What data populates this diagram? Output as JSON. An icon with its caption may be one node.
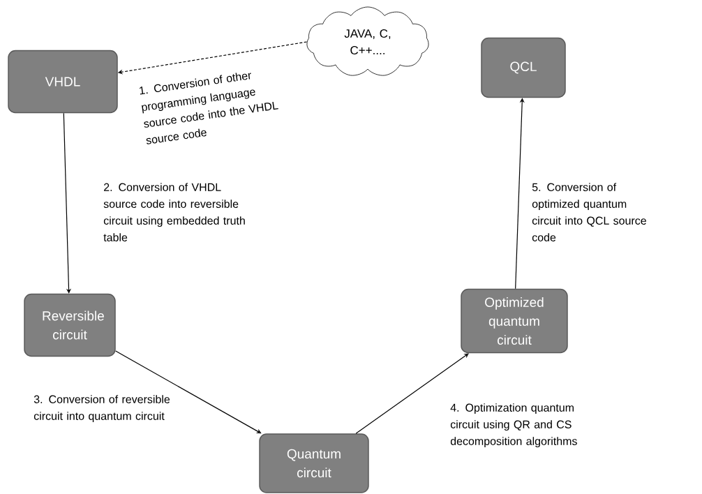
{
  "diagram": {
    "nodes": [
      {
        "text": [
          "VHDL"
        ]
      },
      {
        "text": [
          "JAVA, C, C++...."
        ]
      },
      {
        "text": [
          "QCL"
        ]
      },
      {
        "text": [
          "Reversible circuit"
        ]
      },
      {
        "text": [
          "Optimized quantum circuit"
        ]
      },
      {
        "text": [
          "Quantum circuit"
        ]
      }
    ],
    "edges": [
      {
        "from": 1,
        "to": 0,
        "arrow": "to",
        "style": "dashed",
        "label": "1. Conversion of other programming language source code into the VHDL source code"
      },
      {
        "from": 0,
        "to": 3,
        "arrow": "to",
        "label": "2. Conversion of VHDL source code into reversible circuit using embedded truth table"
      },
      {
        "from": 3,
        "to": 5,
        "arrow": "to",
        "label": "3. Conversion of reversible circuit into quantum circuit"
      },
      {
        "from": 5,
        "to": 4,
        "arrow": "to",
        "label": "4. Optimization quantum circuit using QR and CS decomposition algorithms"
      },
      {
        "from": 4,
        "to": 2,
        "arrow": "to",
        "label": "5. Conversion of optimized quantum circuit into QCL source code"
      }
    ]
  }
}
